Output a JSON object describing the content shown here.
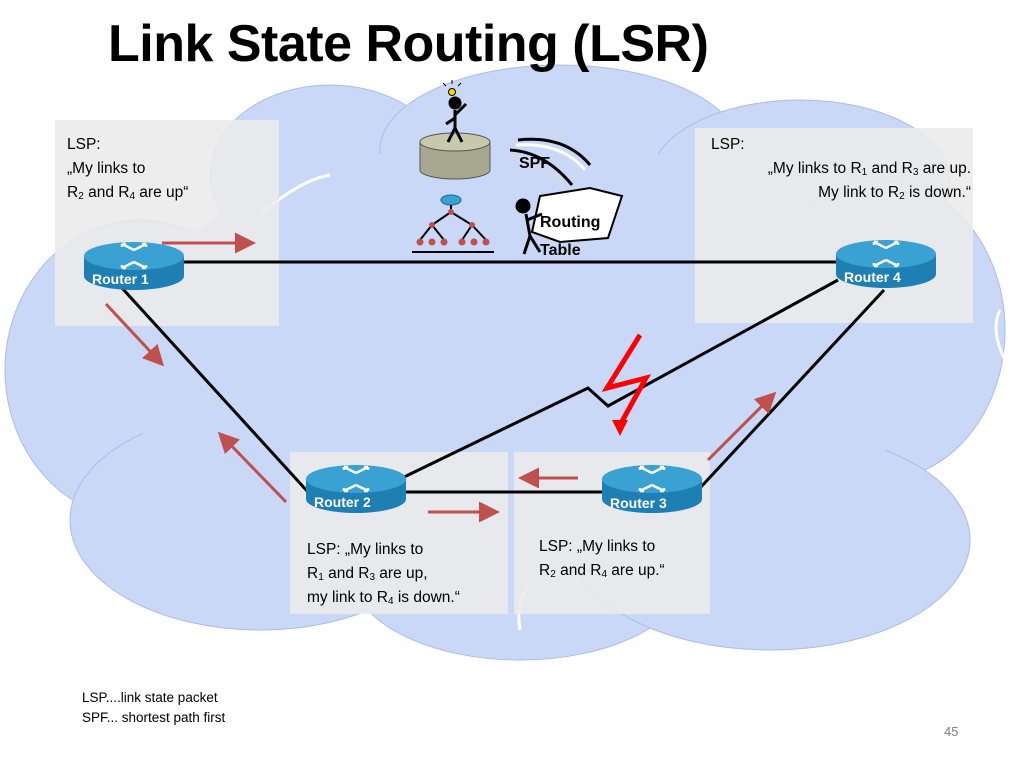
{
  "title": "Link State Routing (LSR)",
  "routers": {
    "r1": "Router 1",
    "r2": "Router 2",
    "r3": "Router 3",
    "r4": "Router 4"
  },
  "lsp_r1": {
    "line1": "LSP:",
    "line2": "„My links to",
    "line3_a": "R",
    "line3_sub1": "2",
    "line3_b": " and R",
    "line3_sub2": "4",
    "line3_c": " are up“"
  },
  "lsp_r4": {
    "line1": "LSP:",
    "line2_a": "„My links to R",
    "line2_sub1": "1",
    "line2_b": " and R",
    "line2_sub2": "3",
    "line2_c": " are up.",
    "line3_a": "My link to R",
    "line3_sub": "2",
    "line3_b": " is down.“"
  },
  "lsp_r2": {
    "line1": "LSP: „My links to",
    "line2_a": "R",
    "line2_sub1": "1",
    "line2_b": " and R",
    "line2_sub2": "3",
    "line2_c": " are up,",
    "line3_a": "my link to R",
    "line3_sub": "4",
    "line3_b": " is down.“"
  },
  "lsp_r3": {
    "line1": "LSP: „My links to",
    "line2_a": "R",
    "line2_sub1": "2",
    "line2_b": " and R",
    "line2_sub2": "4",
    "line2_c": " are up.“"
  },
  "artwork": {
    "spf": "SPF",
    "routing_table_1": "Routing",
    "routing_table_2": "Table"
  },
  "footnotes": {
    "line1": "LSP....link state packet",
    "line2": "SPF... shortest path first"
  },
  "page_number": "45",
  "colors": {
    "cloud": "#c9d8f7",
    "arrow": "#c0504d",
    "lightning": "#ff0000",
    "router_top": "#3aa1d3",
    "router_side": "#1e7fb5"
  }
}
